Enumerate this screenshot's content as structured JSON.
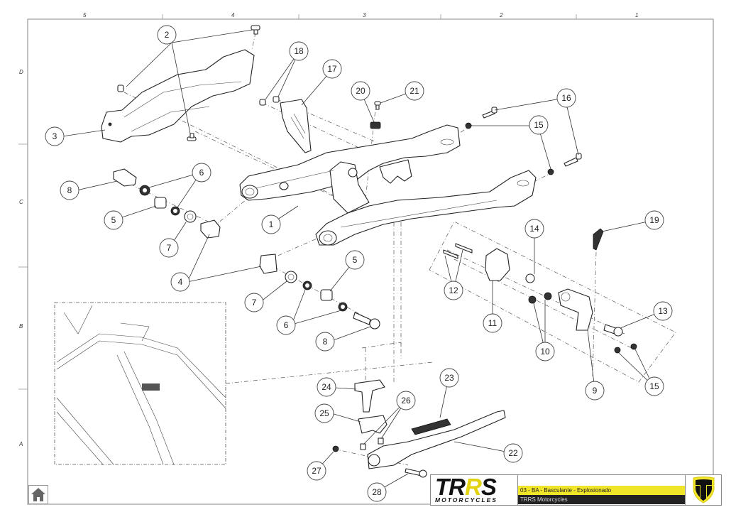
{
  "sheet": {
    "column_labels": [
      "5",
      "4",
      "3",
      "2",
      "1"
    ],
    "row_labels": [
      "D",
      "C",
      "B",
      "A"
    ]
  },
  "diagram": {
    "title": "03 - BA - Basculante - Explosionado",
    "subtitle": "TRRS Motorcycles",
    "callouts": [
      "1",
      "2",
      "3",
      "4",
      "5",
      "5",
      "6",
      "6",
      "7",
      "7",
      "8",
      "8",
      "9",
      "10",
      "11",
      "12",
      "13",
      "14",
      "15",
      "15",
      "16",
      "17",
      "18",
      "19",
      "20",
      "21",
      "22",
      "23",
      "24",
      "25",
      "26",
      "27",
      "28"
    ]
  },
  "title_block": {
    "logo_main_a": "TR",
    "logo_main_b": "R",
    "logo_main_c": "S",
    "logo_sub": "MOTORCYCLES",
    "title": "03 - BA - Basculante - Explosionado",
    "company": "TRRS Motorcycles"
  },
  "colors": {
    "brand_yellow": "#f1e52a",
    "dark": "#222222",
    "line": "#333333"
  },
  "icons": {
    "home": "home-icon",
    "shield": "trrs-shield-icon"
  }
}
